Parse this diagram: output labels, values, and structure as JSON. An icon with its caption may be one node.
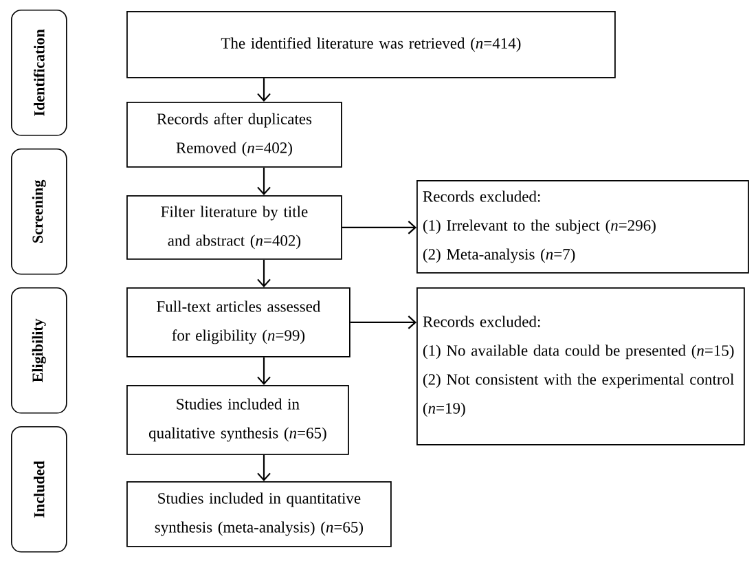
{
  "diagram": {
    "nodes": [
      {
        "text": [
          "Identification"
        ]
      },
      {
        "text": [
          "Screening"
        ]
      },
      {
        "text": [
          "Eligibility"
        ]
      },
      {
        "text": [
          "Included"
        ]
      },
      {
        "text": [
          "The identified literature was retrieved (*n*=414)"
        ]
      },
      {
        "text": [
          "Records after duplicates Removed (*n*=402)"
        ]
      },
      {
        "text": [
          "Filter literature by title and abstract (*n*=402)"
        ]
      },
      {
        "text": [
          "Records excluded:",
          "(1) Irrelevant to the subject (*n*=296)",
          "(2) Meta-analysis (*n*=7)"
        ]
      },
      {
        "text": [
          "Full-text articles assessed for eligibility (*n*=99)"
        ]
      },
      {
        "text": [
          "Records excluded:",
          "(1) No available data could be presented (*n*=15)",
          "(2) Not consistent with the experimental control (*n*=19)"
        ]
      },
      {
        "text": [
          "Studies included in qualitative synthesis (*n*=65)"
        ]
      },
      {
        "text": [
          "Studies included in quantitative synthesis (meta-analysis) (*n*=65)"
        ]
      }
    ],
    "edges": [
      {
        "from": 4,
        "to": 5,
        "arrow": "to"
      },
      {
        "from": 5,
        "to": 6,
        "arrow": "to"
      },
      {
        "from": 6,
        "to": 7,
        "arrow": "to"
      },
      {
        "from": 6,
        "to": 8,
        "arrow": "to"
      },
      {
        "from": 8,
        "to": 9,
        "arrow": "to"
      },
      {
        "from": 8,
        "to": 10,
        "arrow": "to"
      },
      {
        "from": 10,
        "to": 11,
        "arrow": "to"
      }
    ]
  }
}
